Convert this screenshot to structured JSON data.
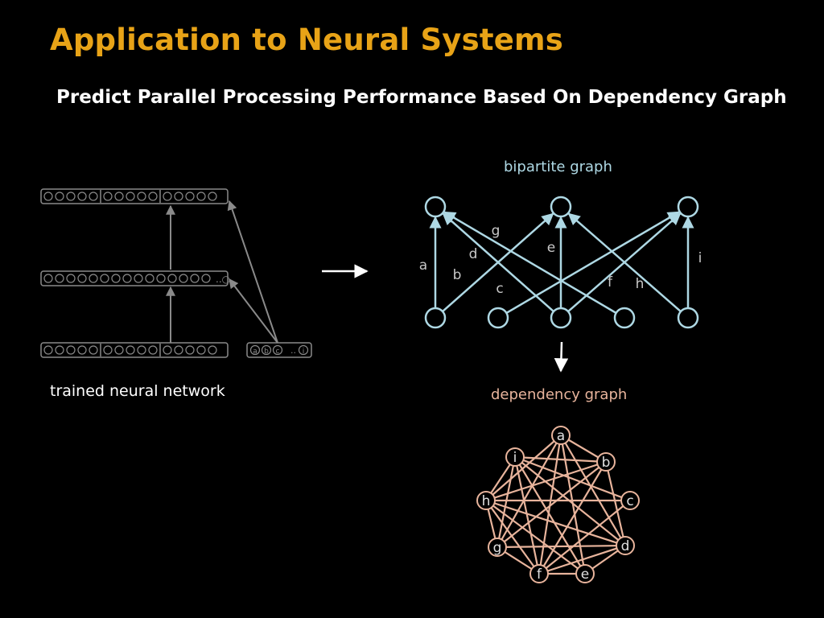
{
  "slide": {
    "title": "Application to Neural Systems",
    "subtitle": "Predict Parallel Processing Performance Based On Dependency Graph"
  },
  "neural_network": {
    "caption": "trained neural network",
    "hidden_layer_ellipsis": "..○",
    "task_layer_labels": [
      "a",
      "b",
      "c"
    ],
    "task_layer_ellipsis": "..",
    "task_layer_last": "i"
  },
  "bipartite_graph": {
    "caption": "bipartite graph",
    "top_node_count": 3,
    "bottom_node_count": 5,
    "edges": [
      {
        "label": "a",
        "from": 0,
        "to": 0
      },
      {
        "label": "b",
        "from": 0,
        "to": 1
      },
      {
        "label": "c",
        "from": 1,
        "to": 2
      },
      {
        "label": "d",
        "from": 2,
        "to": 0
      },
      {
        "label": "e",
        "from": 2,
        "to": 1
      },
      {
        "label": "f",
        "from": 2,
        "to": 2
      },
      {
        "label": "g",
        "from": 3,
        "to": 0
      },
      {
        "label": "h",
        "from": 4,
        "to": 1
      },
      {
        "label": "i",
        "from": 4,
        "to": 2
      }
    ]
  },
  "dependency_graph": {
    "caption": "dependency graph",
    "nodes": [
      "a",
      "b",
      "c",
      "d",
      "e",
      "f",
      "g",
      "h",
      "i"
    ],
    "edges": [
      [
        "a",
        "b"
      ],
      [
        "a",
        "d"
      ],
      [
        "a",
        "f"
      ],
      [
        "a",
        "h"
      ],
      [
        "a",
        "g"
      ],
      [
        "a",
        "e"
      ],
      [
        "b",
        "i"
      ],
      [
        "b",
        "h"
      ],
      [
        "b",
        "f"
      ],
      [
        "b",
        "g"
      ],
      [
        "b",
        "d"
      ],
      [
        "c",
        "i"
      ],
      [
        "c",
        "h"
      ],
      [
        "c",
        "f"
      ],
      [
        "d",
        "i"
      ],
      [
        "d",
        "h"
      ],
      [
        "d",
        "g"
      ],
      [
        "d",
        "f"
      ],
      [
        "d",
        "e"
      ],
      [
        "e",
        "i"
      ],
      [
        "e",
        "h"
      ],
      [
        "e",
        "f"
      ],
      [
        "f",
        "i"
      ],
      [
        "f",
        "h"
      ],
      [
        "f",
        "g"
      ],
      [
        "g",
        "i"
      ],
      [
        "g",
        "h"
      ],
      [
        "h",
        "i"
      ]
    ]
  },
  "colors": {
    "title": "#e8a317",
    "bipartite": "#aed8e4",
    "dependency": "#e8b49c",
    "network": "#8a8a8a"
  }
}
